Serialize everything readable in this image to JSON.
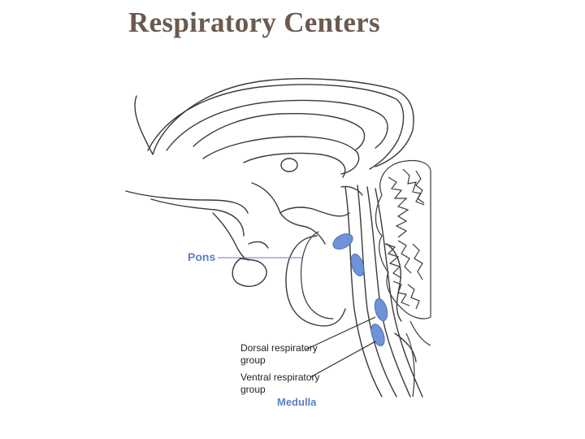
{
  "title": "Respiratory Centers",
  "labels": {
    "pons": "Pons",
    "dorsal_line1": "Dorsal respiratory",
    "dorsal_line2": "group",
    "ventral_line1": "Ventral respiratory",
    "ventral_line2": "group",
    "medulla": "Medulla"
  },
  "colors": {
    "title": "#6b5a4f",
    "outline": "#3a3a3a",
    "blue_label": "#5b7fc4",
    "black_label": "#222222",
    "respiratory_center_fill": "#6f93d8",
    "respiratory_center_stroke": "#4d6fb3"
  }
}
